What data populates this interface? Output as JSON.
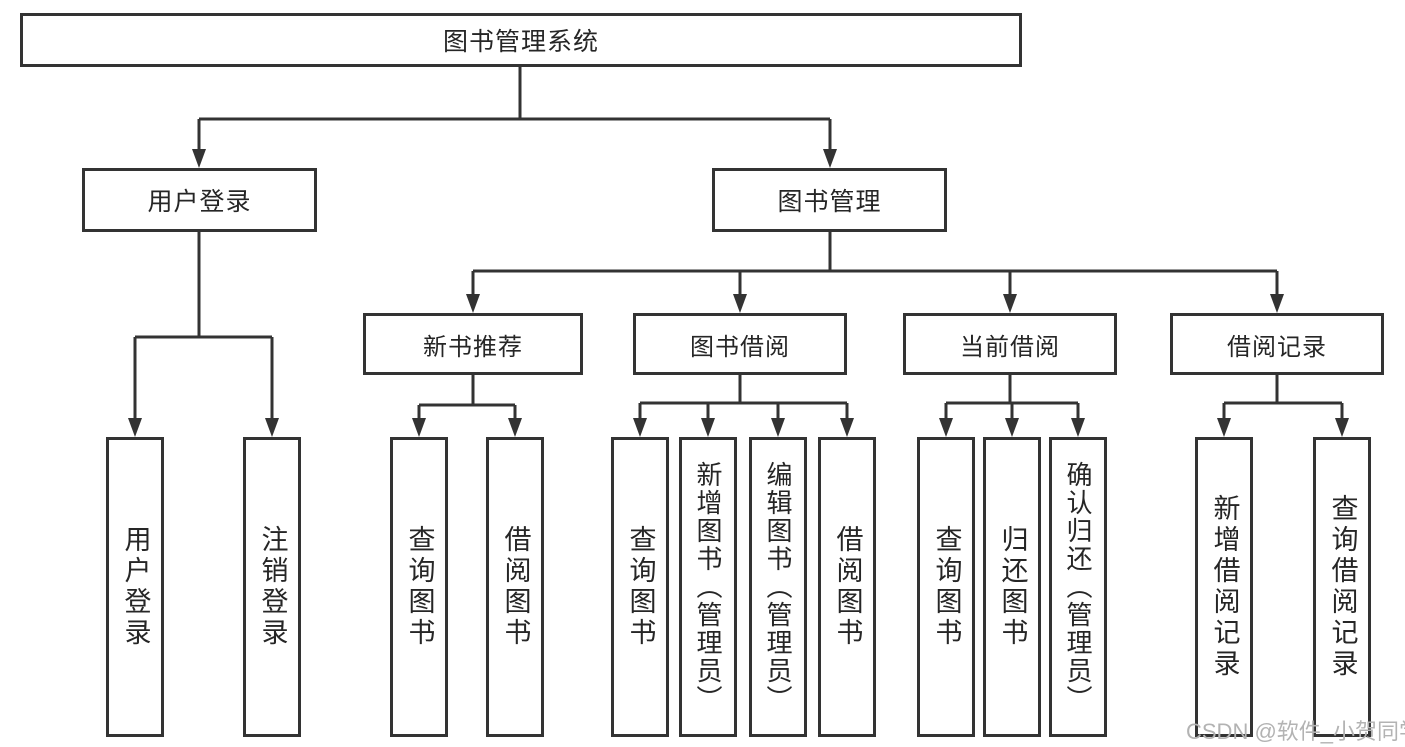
{
  "colors": {
    "line": "#333333",
    "text": "#262626",
    "box_bg": "#ffffff",
    "page_bg": "#ffffff",
    "watermark": "#b3b3b3"
  },
  "tree": {
    "root": {
      "label": "图书管理系统"
    },
    "user_login": {
      "label": "用户登录",
      "children": [
        {
          "label": "用户登录"
        },
        {
          "label": "注销登录"
        }
      ]
    },
    "book_management": {
      "label": "图书管理"
    },
    "new_book_recommend": {
      "label": "新书推荐",
      "children": [
        {
          "label": "查询图书"
        },
        {
          "label": "借阅图书"
        }
      ]
    },
    "book_borrowing": {
      "label": "图书借阅",
      "children": [
        {
          "label": "查询图书"
        },
        {
          "label": "新增图书（管理员）"
        },
        {
          "label": "编辑图书（管理员）"
        },
        {
          "label": "借阅图书"
        }
      ]
    },
    "current_borrowing": {
      "label": "当前借阅",
      "children": [
        {
          "label": "查询图书"
        },
        {
          "label": "归还图书"
        },
        {
          "label": "确认归还（管理员）"
        }
      ]
    },
    "borrowing_records": {
      "label": "借阅记录",
      "children": [
        {
          "label": "新增借阅记录"
        },
        {
          "label": "查询借阅记录"
        }
      ]
    }
  },
  "watermark": "CSDN @软件_小贺同学"
}
